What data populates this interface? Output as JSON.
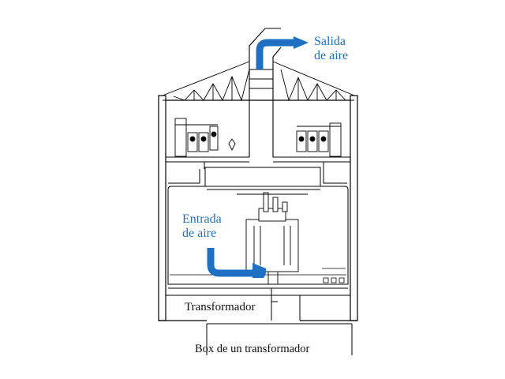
{
  "labels": {
    "air_outlet": [
      "Salida",
      "de aire"
    ],
    "air_inlet": [
      "Entrada",
      "de aire"
    ],
    "transformer": "Transformador",
    "caption": "Box de un transformador"
  },
  "colors": {
    "airflow_arrow": "#1f6fc2",
    "label_text": "#1f6fc2",
    "drawing_lines": "#000000",
    "background": "#ffffff"
  },
  "icons": [
    "air-outlet-arrow-icon",
    "air-inlet-arrow-icon",
    "transformer-icon",
    "roof-truss-icon",
    "switchgear-icon"
  ]
}
